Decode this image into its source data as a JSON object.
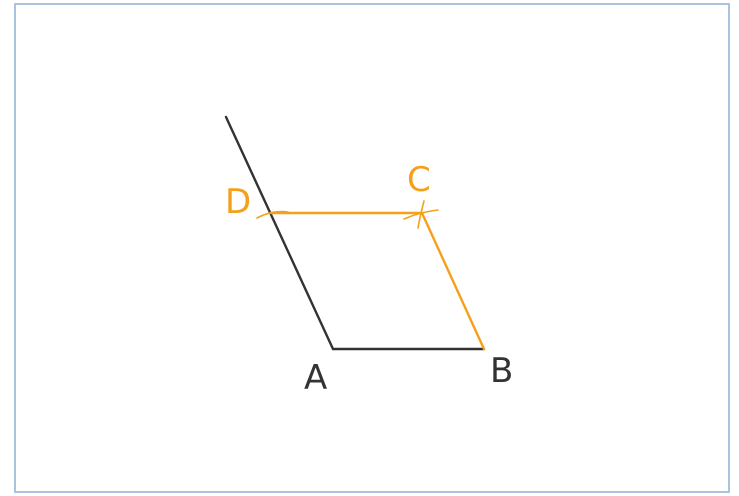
{
  "diagram": {
    "points": {
      "A": "A",
      "B": "B",
      "C": "C",
      "D": "D"
    },
    "colors": {
      "given": "#333333",
      "construction": "#f5a01a",
      "frame_border": "#a9c3e0"
    }
  }
}
